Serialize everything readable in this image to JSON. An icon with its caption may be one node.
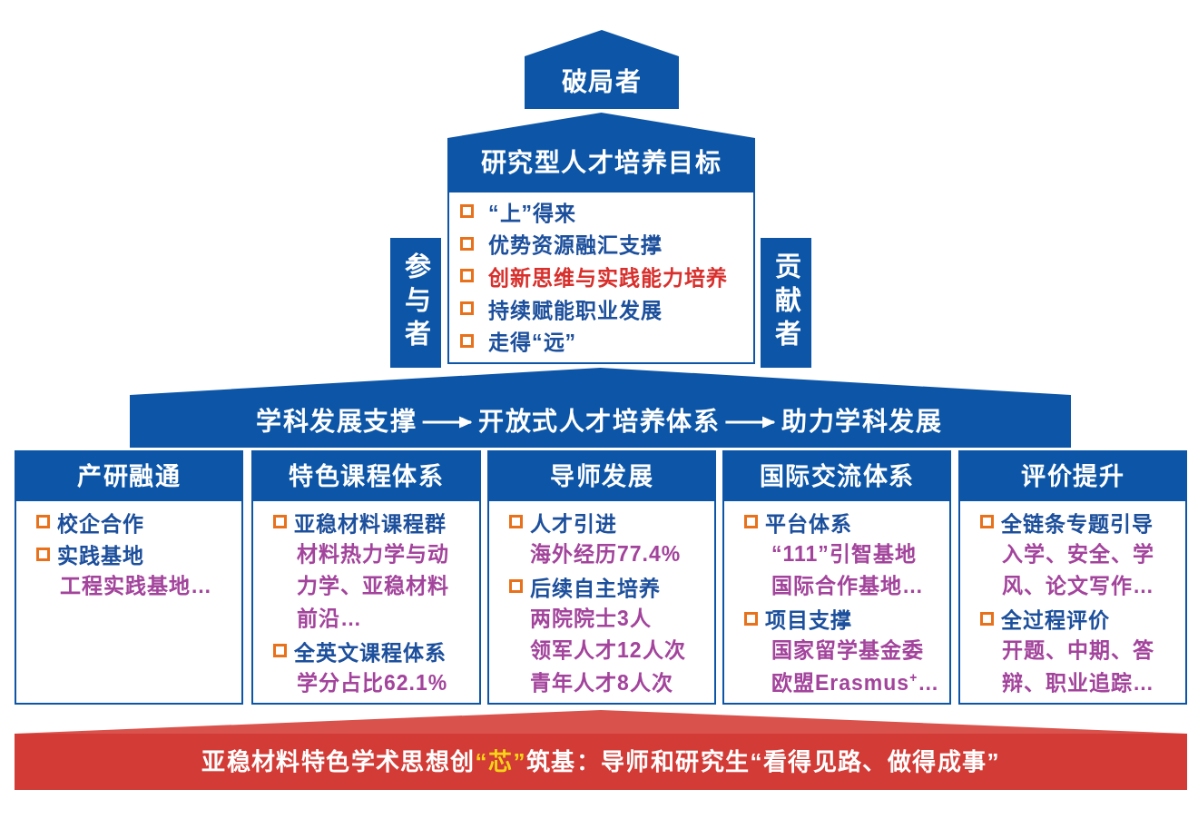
{
  "diagram": {
    "nodes": [
      {
        "text": [
          "破局者"
        ]
      },
      {
        "text": [
          "研究型人才培养目标",
          "“上”得来",
          "优势资源融汇支撑",
          "创新思维与实践能力培养",
          "持续赋能职业发展",
          "走得“远”"
        ]
      },
      {
        "text": [
          "参与者"
        ]
      },
      {
        "text": [
          "贡献者"
        ]
      },
      {
        "text": [],
        "shape": "bar"
      },
      {
        "text": [
          "学科发展支撑"
        ],
        "in": 4
      },
      {
        "text": [
          "开放式人才培养体系"
        ],
        "in": 4
      },
      {
        "text": [
          "助力学科发展"
        ],
        "in": 4
      },
      {
        "text": [
          "产研融通",
          "校企合作",
          "实践基地",
          "工程实践基地…"
        ]
      },
      {
        "text": [
          "特色课程体系",
          "亚稳材料课程群",
          "材料热力学与动力学、亚稳材料前沿…",
          "全英文课程体系",
          "学分占比62.1%"
        ]
      },
      {
        "text": [
          "导师发展",
          "人才引进",
          "海外经历77.4%",
          "后续自主培养",
          "两院院士3人",
          "领军人才12人次",
          "青年人才8人次"
        ]
      },
      {
        "text": [
          "国际交流体系",
          "平台体系",
          "“111”引智基地",
          "国际合作基地…",
          "项目支撑",
          "国家留学基金委",
          "欧盟Erasmus$^{+}$…"
        ]
      },
      {
        "text": [
          "评价提升",
          "全链条专题引导",
          "入学、安全、学风、论文写作…",
          "全过程评价",
          "开题、中期、答辩、职业追踪…"
        ]
      },
      {
        "text": [
          "亚稳材料特色学术思想创**“芯”**筑基：导师和研究生“看得见路、做得成事”"
        ]
      }
    ],
    "edges": [
      {
        "from": 5,
        "to": 6,
        "arrow": "to"
      },
      {
        "from": 6,
        "to": 7,
        "arrow": "to"
      }
    ]
  }
}
